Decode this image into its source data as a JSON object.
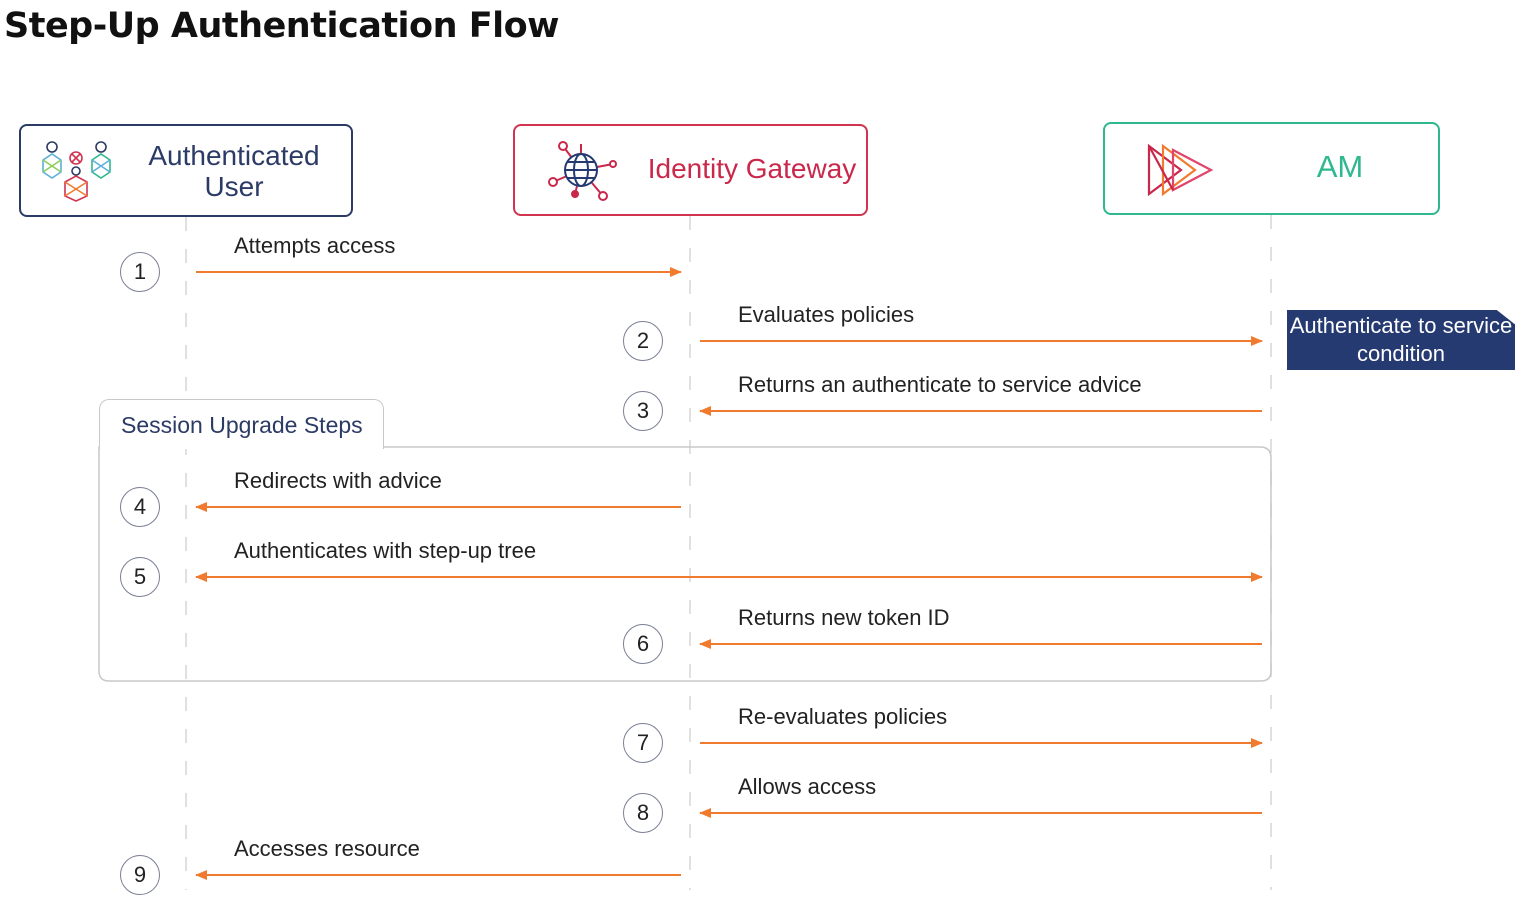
{
  "title": "Step-Up Authentication Flow",
  "actors": {
    "user": {
      "label": "Authenticated User",
      "border_color": "#2c3a66",
      "icon": "users-icon"
    },
    "gateway": {
      "label": "Identity Gateway",
      "border_color": "#d0344f",
      "icon": "globe-network-icon"
    },
    "am": {
      "label": "AM",
      "border_color": "#2fb88f",
      "icon": "am-logo-icon"
    }
  },
  "group": {
    "label": "Session Upgrade Steps"
  },
  "badge": {
    "label": "Authenticate to service condition",
    "color": "#263a72"
  },
  "arrow_color": "#f07b2f",
  "steps": [
    {
      "num": "1",
      "label": "Attempts access",
      "from": "user",
      "to": "gateway"
    },
    {
      "num": "2",
      "label": "Evaluates policies",
      "from": "gateway",
      "to": "am"
    },
    {
      "num": "3",
      "label": "Returns an authenticate to service advice",
      "from": "am",
      "to": "gateway"
    },
    {
      "num": "4",
      "label": "Redirects with advice",
      "from": "gateway",
      "to": "user"
    },
    {
      "num": "5",
      "label": "Authenticates with step-up tree",
      "from": "user",
      "to": "am",
      "bidirectional": true
    },
    {
      "num": "6",
      "label": "Returns new token ID",
      "from": "am",
      "to": "gateway"
    },
    {
      "num": "7",
      "label": "Re-evaluates policies",
      "from": "gateway",
      "to": "am"
    },
    {
      "num": "8",
      "label": "Allows access",
      "from": "am",
      "to": "gateway"
    },
    {
      "num": "9",
      "label": "Accesses resource",
      "from": "gateway",
      "to": "user"
    }
  ]
}
